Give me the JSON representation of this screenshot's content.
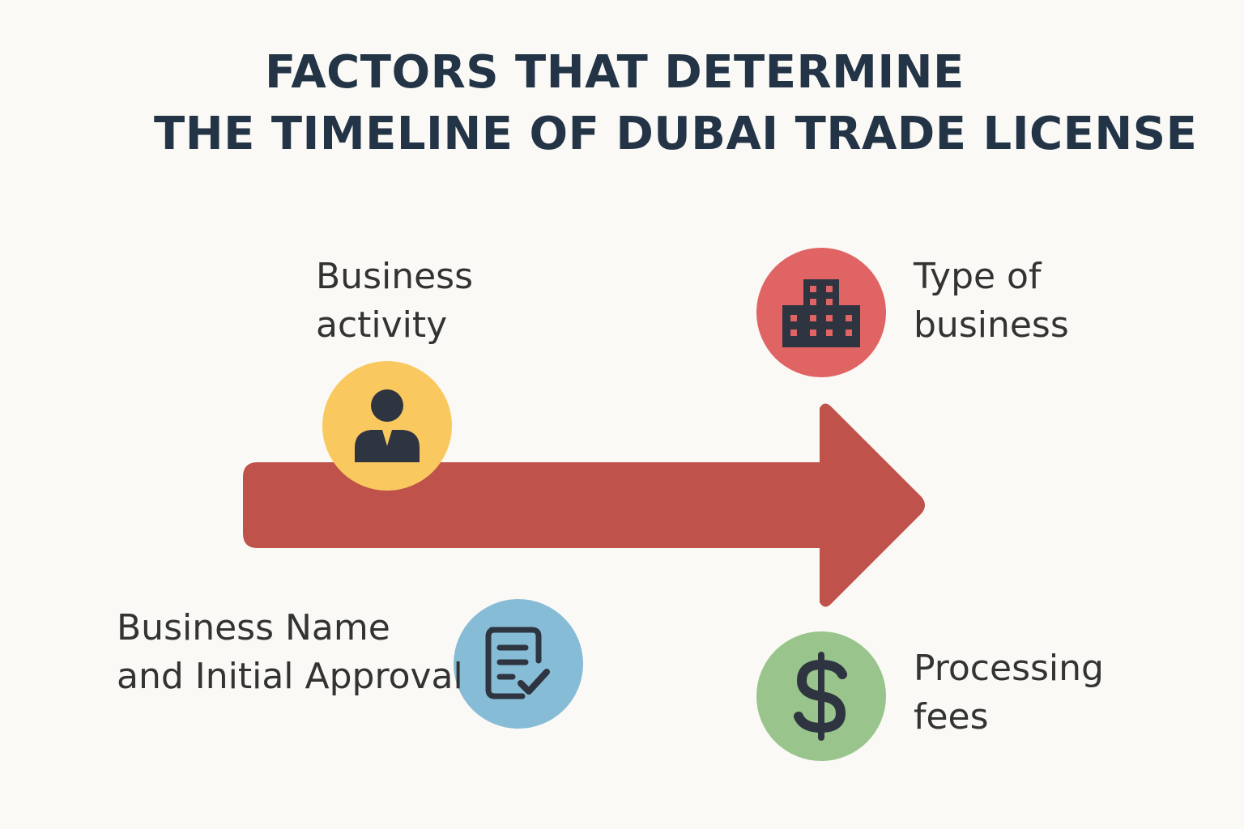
{
  "title": {
    "line1": "FACTORS THAT DETERMINE",
    "line2": "THE TIMELINE OF DUBAI TRADE LICENSE"
  },
  "colors": {
    "background": "#faf9f5",
    "title": "#243447",
    "arrow": "#c0524c",
    "icon": "#2e3440",
    "business_activity": "#f9c95f",
    "type_of_business": "#e06464",
    "business_name": "#87bcd6",
    "processing_fees": "#99c48b"
  },
  "factors": [
    {
      "id": "business_activity",
      "lines": [
        "Business",
        "activity"
      ],
      "icon": "person-icon"
    },
    {
      "id": "type_of_business",
      "lines": [
        "Type of",
        "business"
      ],
      "icon": "building-icon"
    },
    {
      "id": "business_name",
      "lines": [
        "Business Name",
        "and Initial Approval"
      ],
      "icon": "document-check-icon"
    },
    {
      "id": "processing_fees",
      "lines": [
        "Processing",
        "fees"
      ],
      "icon": "dollar-icon"
    }
  ]
}
